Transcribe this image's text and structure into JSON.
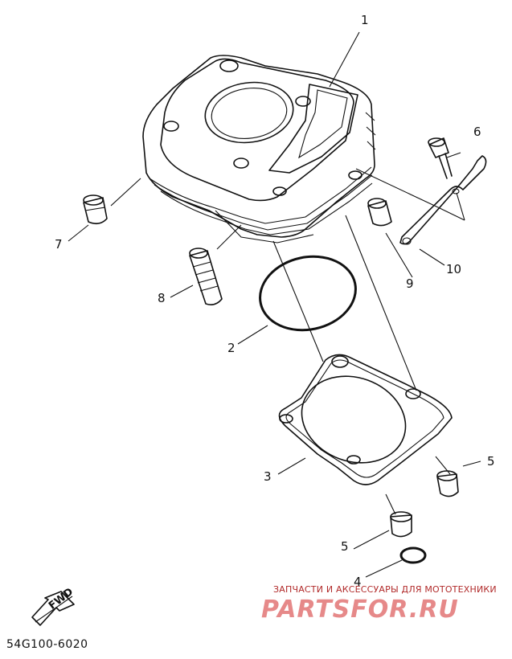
{
  "callouts": {
    "c1": "1",
    "c2": "2",
    "c3": "3",
    "c4": "4",
    "c5a": "5",
    "c5b": "5",
    "c6": "6",
    "c7": "7",
    "c8": "8",
    "c9": "9",
    "c10": "10"
  },
  "part_code": "54G100-6020",
  "fwd_label": "FWD",
  "watermark": {
    "tagline": "ЗАПЧАСТИ И АКСЕССУАРЫ ДЛЯ МОТОТЕХНИКИ",
    "logo": "PARTSFOR.RU"
  },
  "colors": {
    "line": "#111111",
    "watermark": "#d22828",
    "background": "#ffffff"
  }
}
